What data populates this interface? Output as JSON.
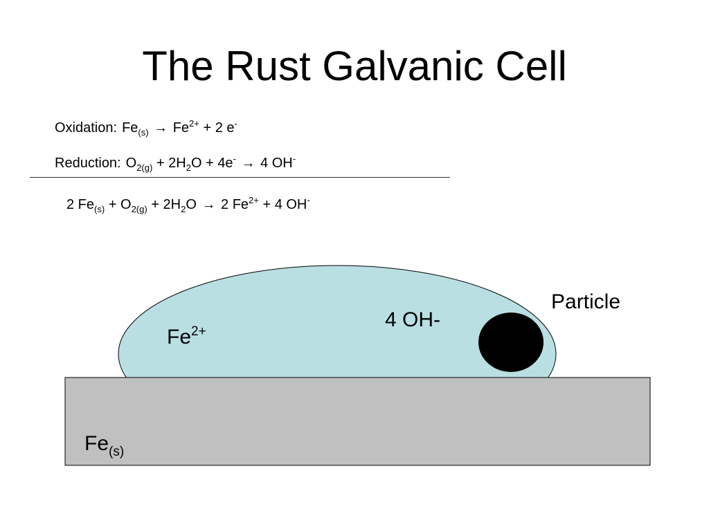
{
  "title": "The Rust Galvanic Cell",
  "equations": {
    "oxidation": {
      "label": "Oxidation:",
      "fe": "Fe",
      "fe_state": "(s)",
      "arrow": "→",
      "product_fe": "Fe",
      "product_fe_charge": "2+",
      "plus": "+",
      "electrons": "2 e",
      "electron_charge": "-"
    },
    "reduction": {
      "label": "Reduction:",
      "o": "O",
      "o_sub": "2(g)",
      "plus1": "+",
      "water_h": "2H",
      "water_sub": "2",
      "water_o": "O",
      "plus2": "+",
      "electrons": "4e",
      "electron_charge": "-",
      "arrow": "→",
      "product": "4 OH",
      "product_charge": "-"
    },
    "overall": {
      "fe": "2 Fe",
      "fe_state": "(s)",
      "plus1": "+",
      "o": "O",
      "o_sub": "2(g)",
      "plus2": "+",
      "water_h": "2H",
      "water_sub": "2",
      "water_o": "O",
      "arrow": "→",
      "product_fe": "2 Fe",
      "product_fe_charge": "2+",
      "plus3": "+",
      "product_oh": "4 OH",
      "product_oh_charge": "-"
    }
  },
  "diagram": {
    "particle_label": "Particle",
    "hydroxide_label": "4 OH-",
    "fe_ion_label": "Fe",
    "fe_ion_charge": "2+",
    "iron_label": "Fe",
    "iron_state": "(s)",
    "colors": {
      "droplet_fill": "#b9dfe3",
      "iron_fill": "#c0c0c0",
      "particle_fill": "#000000",
      "outline": "#000000"
    }
  }
}
